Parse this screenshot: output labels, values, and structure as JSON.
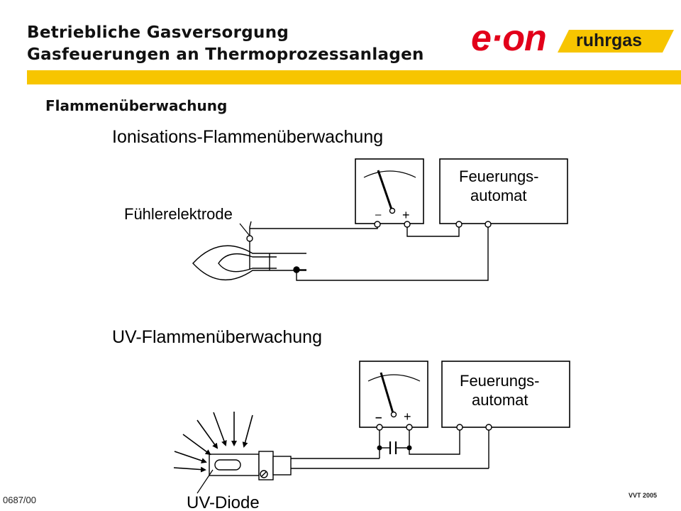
{
  "header": {
    "title_line1": "Betriebliche Gasversorgung",
    "title_line2": "Gasfeuerungen  an Thermoprozessanlagen",
    "bar_color": "#f7c500"
  },
  "logo": {
    "eon_text": "e·on",
    "eon_color": "#e2001a",
    "ruhrgas_text": "ruhrgas",
    "ruhrgas_band_color": "#f7c500"
  },
  "section_heading": "Flammenüberwachung",
  "diagram1": {
    "title": "Ionisations-Flammenüberwachung",
    "box_label_line1": "Feuerungs-",
    "box_label_line2": "automat",
    "meter_minus": "–",
    "meter_plus": "+",
    "electrode_label": "Fühlerelektrode"
  },
  "diagram2": {
    "title": "UV-Flammenüberwachung",
    "box_label_line1": "Feuerungs-",
    "box_label_line2": "automat",
    "meter_minus": "–",
    "meter_plus": "+",
    "diode_label": "UV-Diode"
  },
  "footer": {
    "code": "0687/00",
    "version": "VVT 2005"
  }
}
